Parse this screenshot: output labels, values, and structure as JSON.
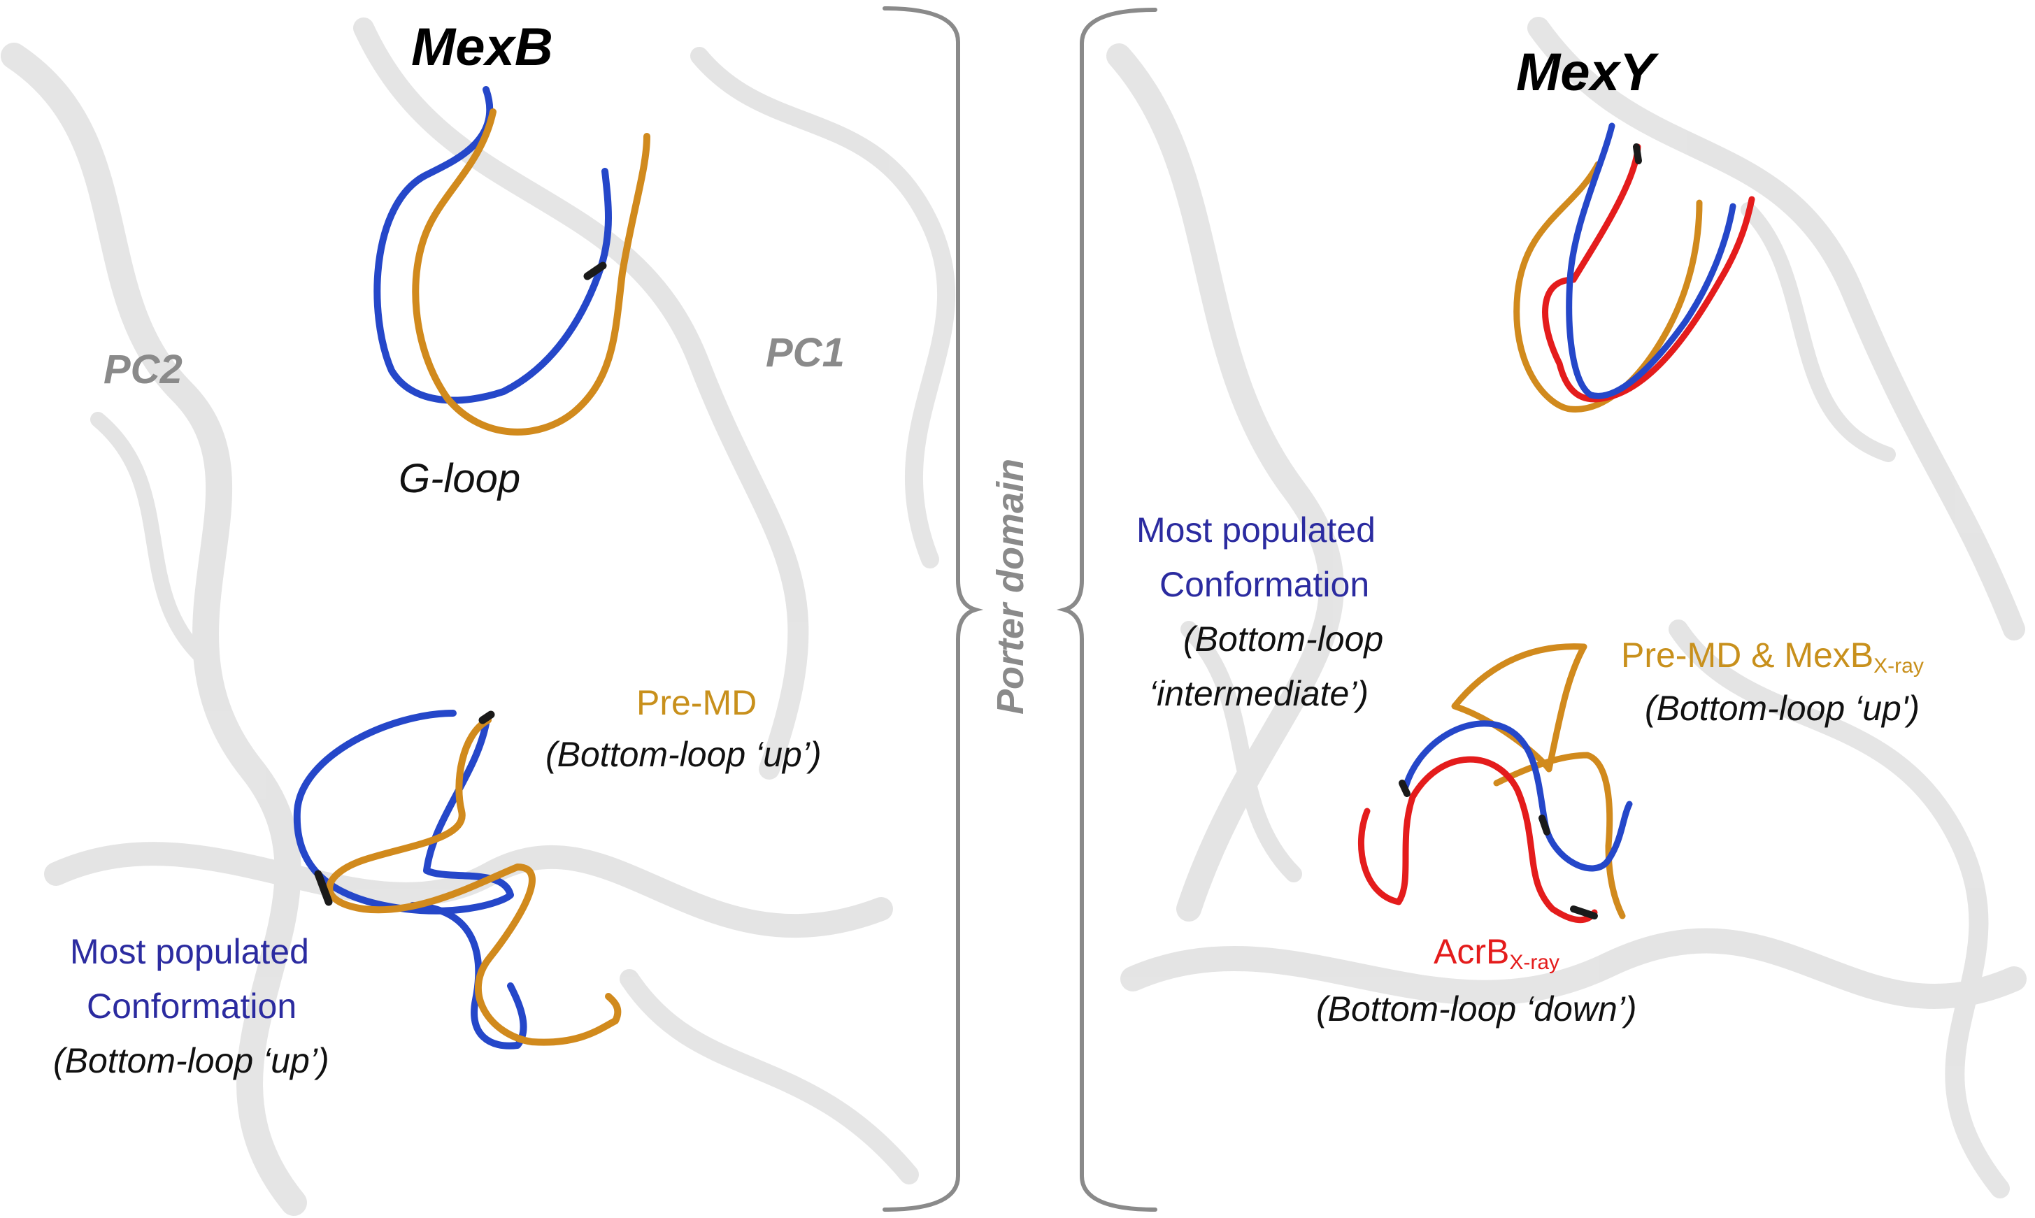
{
  "panels": {
    "mexb": {
      "title": "MexB",
      "pc2": "PC2",
      "pc1": "PC1",
      "g_loop": "G-loop",
      "pre_md_label": "Pre-MD",
      "pre_md_state": "(Bottom-loop ‘up’)",
      "most_pop_line1": "Most populated",
      "most_pop_line2": "Conformation",
      "most_pop_state": "(Bottom-loop ‘up’)"
    },
    "divider": {
      "label": "Porter domain"
    },
    "mexy": {
      "title": "MexY",
      "most_pop_line1": "Most populated",
      "most_pop_line2": "Conformation",
      "most_pop_state_line1": "(Bottom-loop",
      "most_pop_state_line2": "‘intermediate’)",
      "pre_md_label": "Pre-MD & MexB",
      "pre_md_sub": "X-ray",
      "pre_md_state": "(Bottom-loop ‘up')",
      "acrb_label": "AcrB",
      "acrb_sub": "X-ray",
      "acrb_state": "(Bottom-loop ‘down’)"
    }
  },
  "colors": {
    "most_populated": "#2547c9",
    "pre_md": "#d18a1d",
    "acrb": "#e41c1c",
    "bracket": "#8a8a8a",
    "background_ribbon": "#d9d9d9"
  }
}
